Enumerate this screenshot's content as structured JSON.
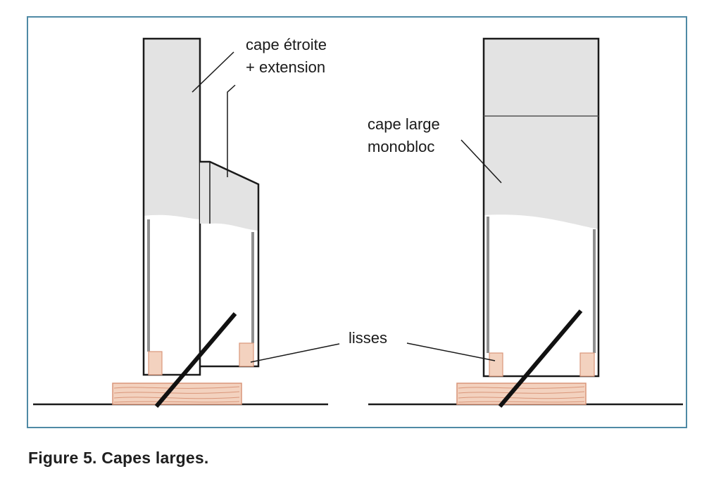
{
  "labels": {
    "narrow_cape_line1": "cape étroite",
    "narrow_cape_line2": "+ extension",
    "wide_cape_line1": "cape large",
    "wide_cape_line2": "monobloc",
    "lisses": "lisses"
  },
  "caption": "Figure 5. Capes larges.",
  "colors": {
    "frame_border": "#4f8aa5",
    "cape_fill": "#e3e3e3",
    "outline": "#1a1a1a",
    "wood_fill": "#f3d2bf",
    "wood_grain": "#d9967a",
    "shutter_rail": "#8f8f8f"
  }
}
